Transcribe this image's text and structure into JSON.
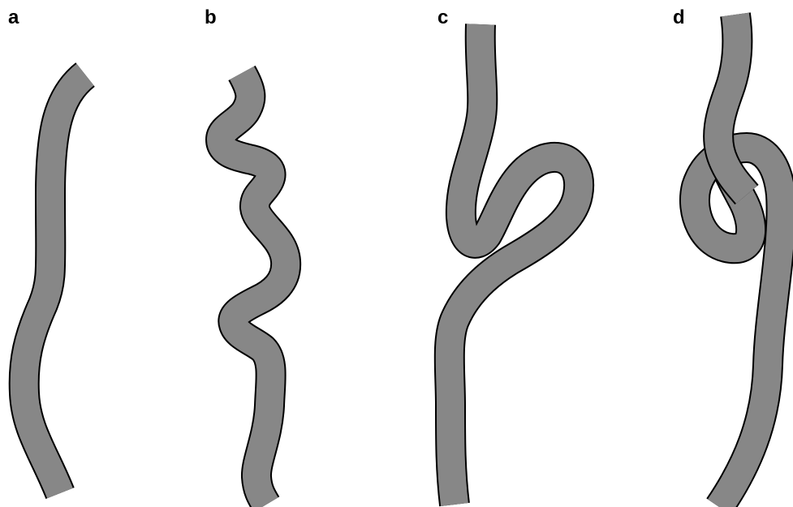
{
  "colors": {
    "tube_fill": "#878787",
    "tube_outline": "#000000",
    "background": "#ffffff"
  },
  "panels": [
    {
      "label": "a"
    },
    {
      "label": "b"
    },
    {
      "label": "c"
    },
    {
      "label": "d"
    }
  ]
}
